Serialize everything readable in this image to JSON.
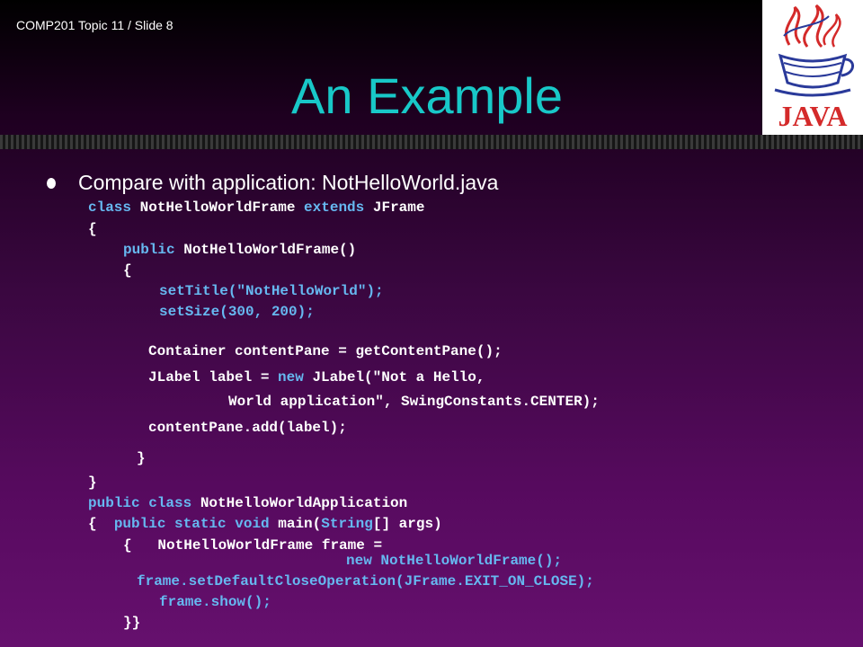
{
  "header": {
    "slide_label": "COMP201 Topic 11 / Slide 8",
    "title": "An Example",
    "logo_text": "JAVA"
  },
  "bullet": {
    "text": "Compare with application: NotHelloWorld.java"
  },
  "code": {
    "l1": {
      "kw1": "class",
      "t1": " NotHelloWorldFrame ",
      "kw2": "extends",
      "t2": " JFrame"
    },
    "l2": {
      "t1": "{"
    },
    "l3": {
      "kw1": "public",
      "t1": " NotHelloWorldFrame()"
    },
    "l4": {
      "t1": "{"
    },
    "l5": {
      "t1": "setTitle(",
      "s1": "\"NotHelloWorld\"",
      "t2": ");"
    },
    "l6": {
      "t1": "setSize(300, 200);"
    },
    "l7": {
      "t1": "Container contentPane = getContentPane();"
    },
    "l8": {
      "t1": "JLabel label = ",
      "kw1": "new",
      "t2": " JLabel(\"Not a Hello,"
    },
    "l9": {
      "t1": "World application\", SwingConstants.CENTER);"
    },
    "l10": {
      "t1": "contentPane.add(label);"
    },
    "l11": {
      "t1": "}"
    },
    "l12": {
      "t1": "}"
    },
    "l13": {
      "kw1": "public class",
      "t1": " NotHelloWorldApplication"
    },
    "l14": {
      "t1": "{  ",
      "kw1": "public static void",
      "t2": " main(",
      "kw2": "String",
      "t3": "[] args)"
    },
    "l15": {
      "t1": "{   NotHelloWorldFrame frame ="
    },
    "l16": {
      "kw1": "new",
      "t1": " NotHelloWorldFrame();"
    },
    "l17": {
      "t1": "frame.setDefaultCloseOperation(JFrame.EXIT_ON_CLOSE);"
    },
    "l18": {
      "t1": "frame.show();"
    },
    "l19": {
      "t1": "}}"
    }
  }
}
